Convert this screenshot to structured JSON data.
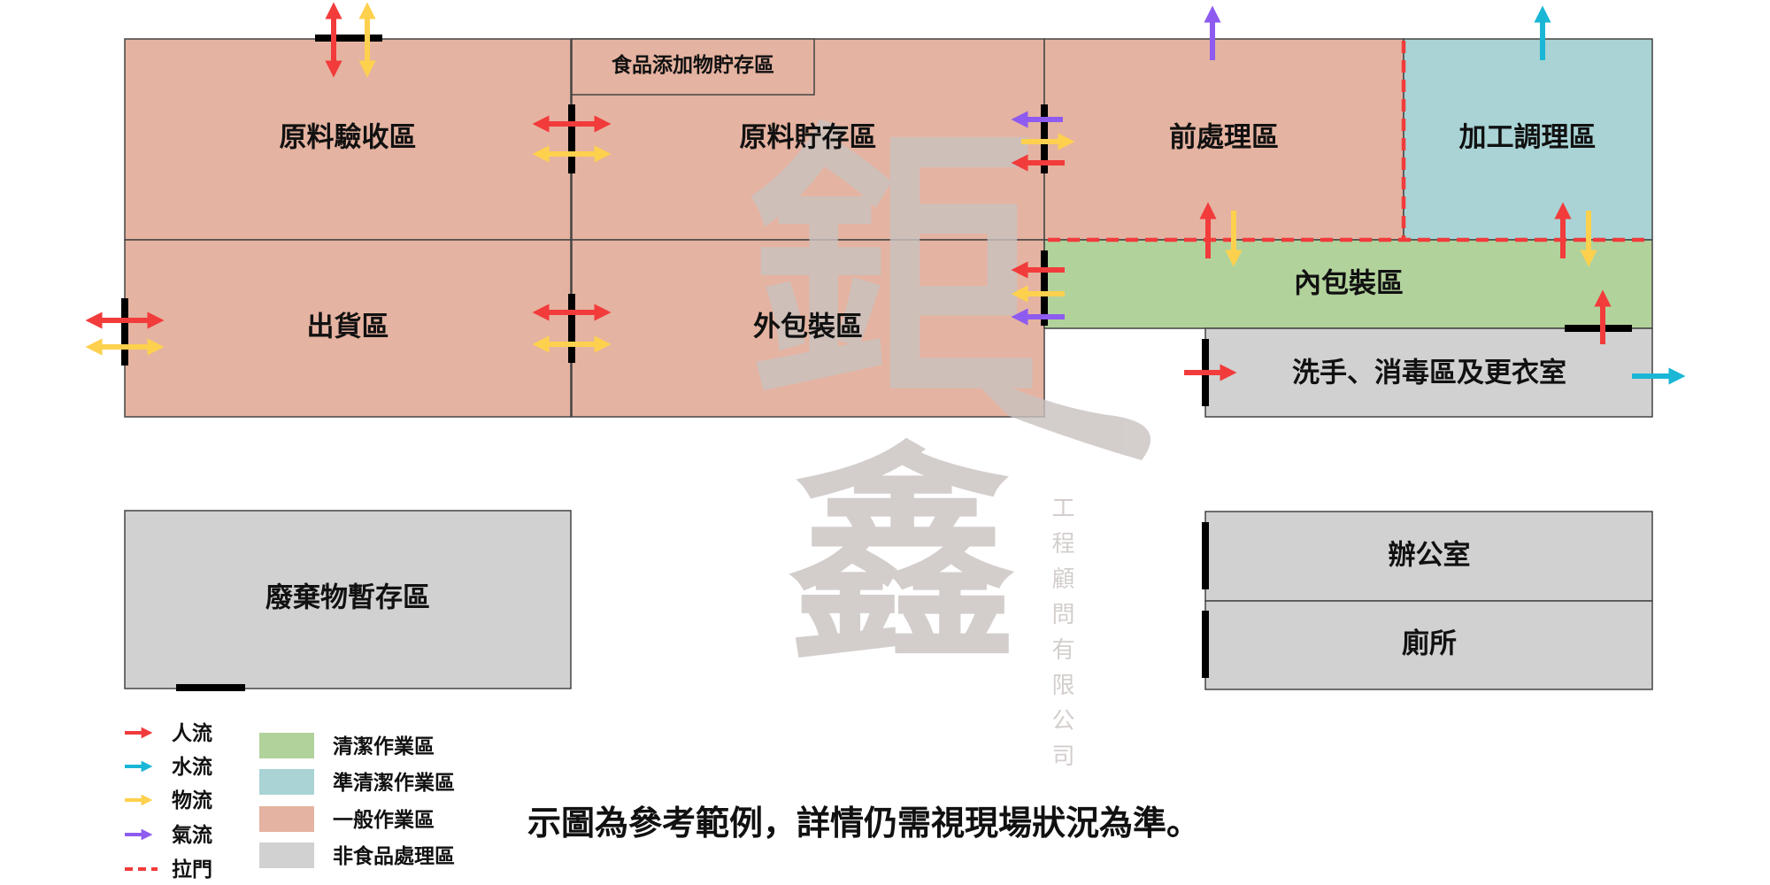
{
  "colors": {
    "general": "#e5b3a1",
    "clean": "#b2d29c",
    "semi_clean": "#a9d3d5",
    "non_food": "#d1d1d1",
    "person": "#f23b3b",
    "water": "#1ab6d6",
    "material": "#fdd14e",
    "air": "#8e5bf0",
    "door": "#000000",
    "watermark": "#c9c2c0"
  },
  "zones": {
    "receiving": "原料驗收區",
    "additive_storage": "食品添加物貯存區",
    "raw_storage": "原料貯存區",
    "preprocessing": "前處理區",
    "processing": "加工調理區",
    "shipping": "出貨區",
    "outer_packaging": "外包裝區",
    "inner_packaging": "內包裝區",
    "handwash": "洗手、消毒區及更衣室",
    "waste": "廢棄物暫存區",
    "office": "辦公室",
    "toilet": "廁所"
  },
  "legend": {
    "flows": {
      "person": "人流",
      "water": "水流",
      "material": "物流",
      "air": "氣流",
      "sliding_door": "拉門"
    },
    "areas": {
      "clean": "清潔作業區",
      "semi_clean": "準清潔作業區",
      "general": "一般作業區",
      "non_food": "非食品處理區"
    }
  },
  "note": "示圖為參考範例，詳情仍需視現場狀況為準。",
  "watermark": {
    "char1": "鉅",
    "char2": "鑫",
    "vertical": "工程顧問有限公司"
  }
}
